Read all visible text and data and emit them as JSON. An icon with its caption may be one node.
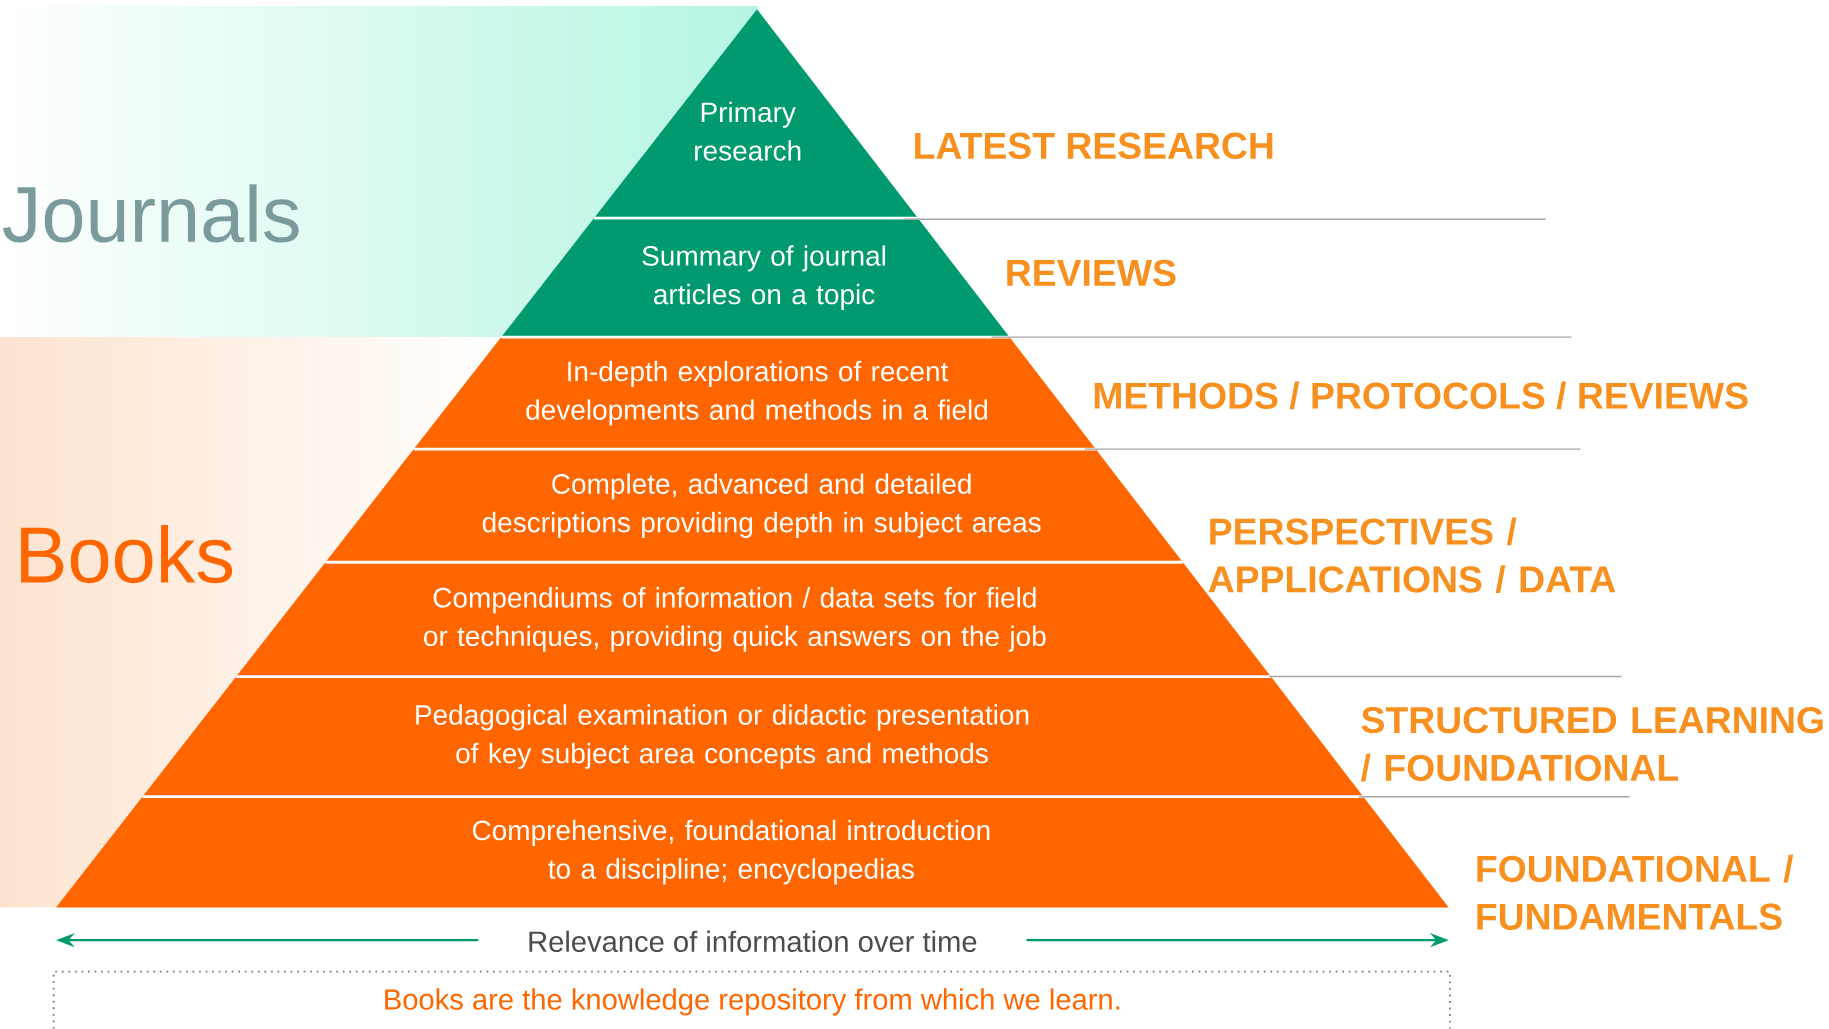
{
  "diagram": {
    "nodes": [
      {
        "text": [
          "Journals"
        ]
      },
      {
        "text": [
          "Books"
        ]
      },
      {
        "text": [
          "Primary research"
        ]
      },
      {
        "text": [
          "Summary of journal articles on a topic"
        ]
      },
      {
        "text": [
          "In-depth explorations of recent developments and methods in a field"
        ]
      },
      {
        "text": [
          "Complete, advanced and detailed descriptions providing depth in subject areas"
        ]
      },
      {
        "text": [
          "Compendiums of information / data sets for field or techniques, providing quick answers on the job"
        ]
      },
      {
        "text": [
          "Pedagogical examination or didactic presentation of key subject area concepts and methods"
        ]
      },
      {
        "text": [
          "Comprehensive, foundational introduction to a discipline; encyclopedias"
        ]
      },
      {
        "text": [
          "Books are the knowledge repository from which we learn."
        ]
      }
    ],
    "labels": [
      "LATEST RESEARCH",
      "REVIEWS",
      "METHODS / PROTOCOLS / REVIEWS",
      "PERSPECTIVES / APPLICATIONS / DATA",
      "STRUCTURED LEARNING / FOUNDATIONAL",
      "FOUNDATIONAL / FUNDAMENTALS",
      "Relevance of information over time"
    ]
  }
}
